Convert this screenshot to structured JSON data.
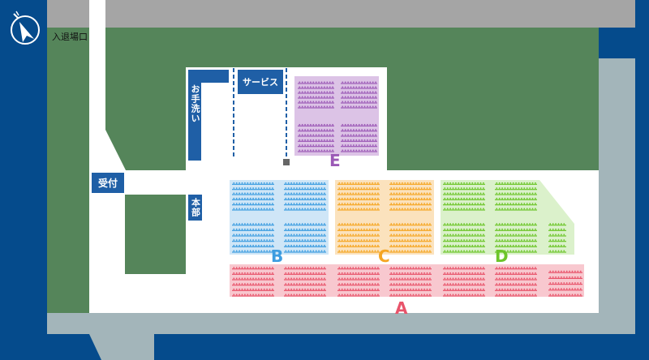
{
  "map": {
    "entrance_label": "入退場口",
    "labels": {
      "reception": "受付",
      "headquarters": "本部",
      "service": "サービス",
      "restroom": "お手洗い"
    },
    "sections": [
      {
        "id": "A",
        "color": "#e8546b"
      },
      {
        "id": "B",
        "color": "#3d9de0"
      },
      {
        "id": "C",
        "color": "#f5a623"
      },
      {
        "id": "D",
        "color": "#6cc52a"
      },
      {
        "id": "E",
        "color": "#9b59b6"
      }
    ],
    "colors": {
      "water": "#054b8c",
      "grass": "#55855a",
      "road": "#a3b5ba",
      "ground": "#ffffff",
      "booth": "#1f5fa6"
    },
    "icons": [
      "compass-icon"
    ]
  }
}
